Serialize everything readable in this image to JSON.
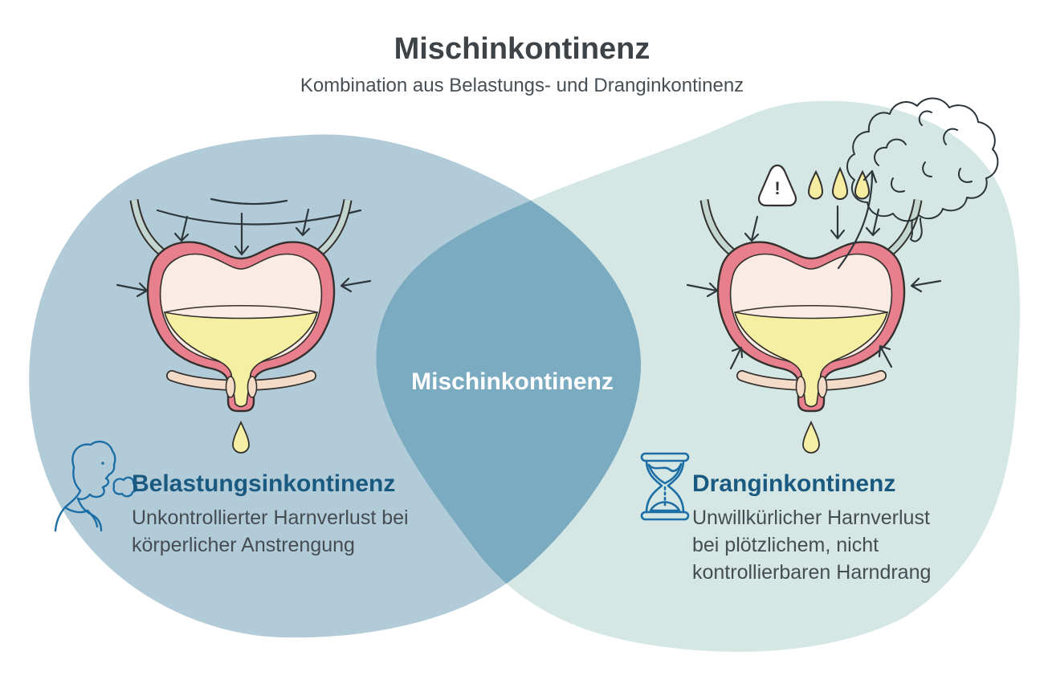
{
  "title": "Mischinkontinenz",
  "subtitle": "Kombination aus Belastungs- und Dranginkontinenz",
  "venn": {
    "overlap_label": "Mischinkontinenz",
    "left_region_color": "#b2cbd8",
    "right_region_color": "#d5e7e4",
    "overlap_color": "#7babc0"
  },
  "left": {
    "heading": "Belastungsinkontinenz",
    "description_lines": [
      "Unkontrollierter Harnverlust bei",
      "körperlicher Anstrengung"
    ],
    "icon": "coughing-person-icon"
  },
  "right": {
    "heading": "Dranginkontinenz",
    "description_lines": [
      "Unwillkürlicher Harnverlust",
      "bei plötzlichem, nicht",
      "kontrollierbaren Harndrang"
    ],
    "icon": "hourglass-icon",
    "warning_label": "!",
    "extra_icons": [
      "warning-triangle-icon",
      "urine-drops-icon",
      "brain-icon"
    ]
  },
  "illustration_colors": {
    "bladder_wall": "#e87f8d",
    "bladder_inner": "#faece4",
    "urine": "#f4efa2",
    "ureter": "#c2d5cf",
    "pelvic_floor": "#f3dbc8",
    "outline": "#33302d",
    "accent_icon_blue": "#1c6ea4",
    "heading_blue": "#1a5a80",
    "text_gray": "#454d52"
  }
}
